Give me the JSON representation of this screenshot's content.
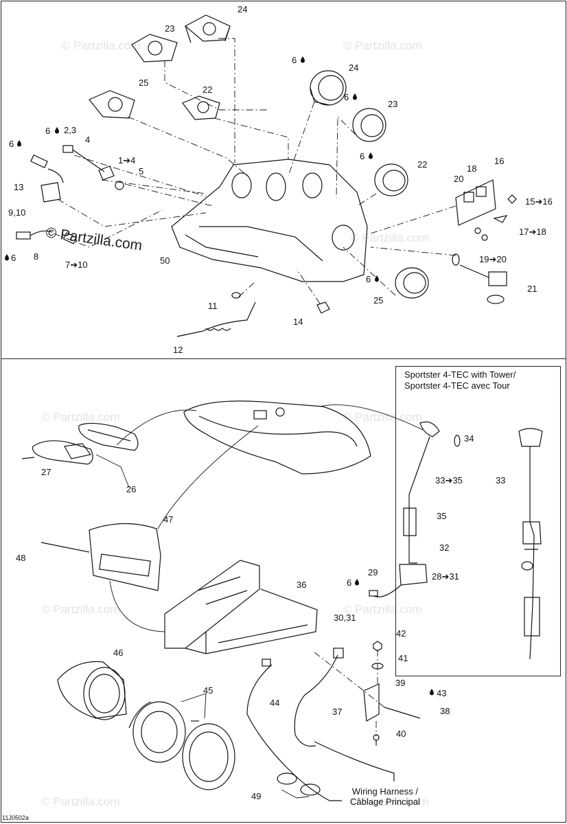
{
  "watermark": {
    "site": "© Partzilla.com"
  },
  "drawing_code": "11J0502a",
  "inset": {
    "title_line1": "Sportster 4-TEC with Tower/",
    "title_line2": "Sportster 4-TEC avec Tour"
  },
  "wiring_harness": {
    "line1": "Wiring Harness /",
    "line2": "Câblage Principal"
  },
  "callouts": {
    "c24_top": "24",
    "c23_top": "23",
    "c25_left": "25",
    "c22_left": "22",
    "c24_gauge": "24",
    "c23_gauge": "23",
    "c22_gauge": "22",
    "c25_gauge": "25",
    "c6_a": "6",
    "c6_b": "6",
    "c6_c": "6",
    "c6_d": "6",
    "c6_e": "6",
    "c6_f": "6",
    "c6_g": "6",
    "c6_h": "6",
    "c2_3": "2,3",
    "c4": "4",
    "c1_4": "1➔4",
    "c5": "5",
    "c13": "13",
    "c9_10": "9,10",
    "c8": "8",
    "c7_10": "7➔10",
    "c50": "50",
    "c11": "11",
    "c12": "12",
    "c14": "14",
    "c16": "16",
    "c18": "18",
    "c20": "20",
    "c15_16": "15➔16",
    "c17_18": "17➔18",
    "c19_20": "19➔20",
    "c21": "21",
    "c34": "34",
    "c33_35": "33➔35",
    "c35": "35",
    "c32": "32",
    "c29": "29",
    "c28_31": "28➔31",
    "c30_31": "30,31",
    "c33_inset": "33",
    "c27": "27",
    "c26": "26",
    "c47": "47",
    "c48": "48",
    "c36": "36",
    "c42": "42",
    "c41": "41",
    "c39": "39",
    "c43": "43",
    "c38": "38",
    "c40": "40",
    "c37": "37",
    "c44": "44",
    "c45": "45",
    "c46": "46",
    "c49": "49"
  }
}
